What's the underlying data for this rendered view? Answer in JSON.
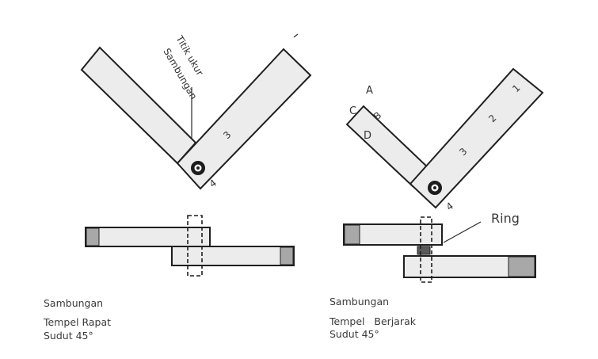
{
  "left_joint": {
    "measure_label_line1": "Titik ukur",
    "measure_label_line2": "Sambungan",
    "numbers": [
      "3",
      "4"
    ],
    "caption_line1": "Sambungan",
    "caption_line2": "Tempel Rapat",
    "caption_line3": "Sudut 45°"
  },
  "right_joint": {
    "letters": [
      "A",
      "C",
      "B",
      "D"
    ],
    "numbers": [
      "1",
      "2",
      "3",
      "4"
    ],
    "ring_label": "Ring",
    "caption_line1": "Sambungan",
    "caption_line2": "Tempel   Berjarak",
    "caption_line3": "Sudut 45°"
  },
  "colors": {
    "line": "#1f1f1f",
    "bar_fill": "#ececec",
    "endcap_fill": "#a8a8a8",
    "ring_fill": "#5a5a5a",
    "text": "#3a3a3a"
  }
}
